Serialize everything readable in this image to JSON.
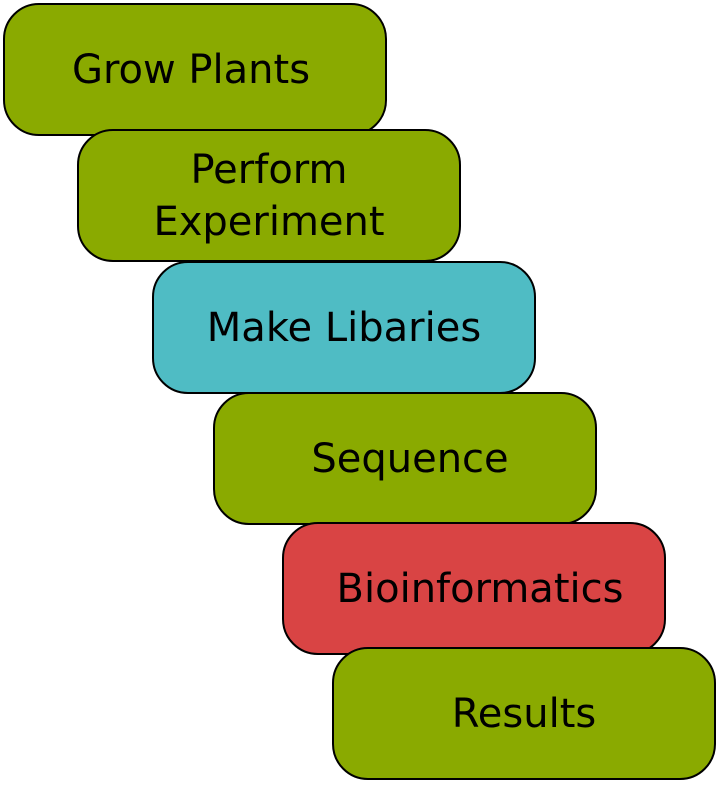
{
  "steps": [
    {
      "label": "Grow Plants",
      "color": "#8aaa00"
    },
    {
      "label": "Perform\nExperiment",
      "color": "#8aaa00"
    },
    {
      "label": "Make Libaries",
      "color": "#4fbcc4"
    },
    {
      "label": "Sequence",
      "color": "#8aaa00"
    },
    {
      "label": "Bioinformatics",
      "color": "#d94444"
    },
    {
      "label": "Results",
      "color": "#8aaa00"
    }
  ]
}
